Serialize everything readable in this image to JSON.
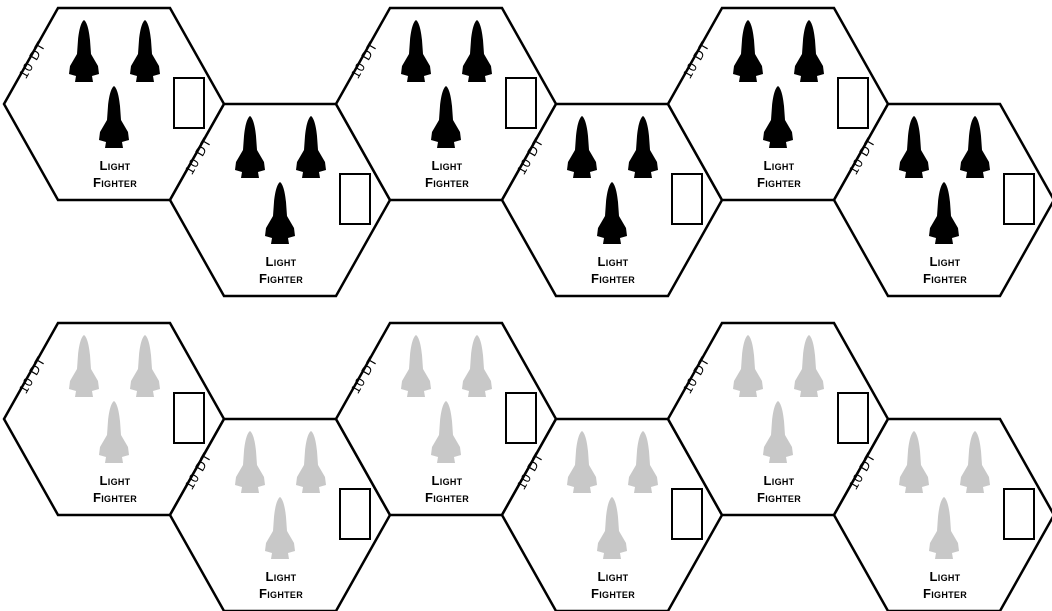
{
  "sheet": {
    "rows": [
      {
        "name": "active-row",
        "ship_color": "#000000",
        "counters": [
          {
            "cost": "10 DT",
            "name_line1": "Light",
            "name_line2": "Fighter"
          },
          {
            "cost": "10 DT",
            "name_line1": "Light",
            "name_line2": "Fighter"
          },
          {
            "cost": "10 DT",
            "name_line1": "Light",
            "name_line2": "Fighter"
          },
          {
            "cost": "10 DT",
            "name_line1": "Light",
            "name_line2": "Fighter"
          },
          {
            "cost": "10 DT",
            "name_line1": "Light",
            "name_line2": "Fighter"
          },
          {
            "cost": "10 DT",
            "name_line1": "Light",
            "name_line2": "Fighter"
          }
        ]
      },
      {
        "name": "inactive-row",
        "ship_color": "#c8c8c8",
        "counters": [
          {
            "cost": "10 DT",
            "name_line1": "Light",
            "name_line2": "Fighter"
          },
          {
            "cost": "10 DT",
            "name_line1": "Light",
            "name_line2": "Fighter"
          },
          {
            "cost": "10 DT",
            "name_line1": "Light",
            "name_line2": "Fighter"
          },
          {
            "cost": "10 DT",
            "name_line1": "Light",
            "name_line2": "Fighter"
          },
          {
            "cost": "10 DT",
            "name_line1": "Light",
            "name_line2": "Fighter"
          },
          {
            "cost": "10 DT",
            "name_line1": "Light",
            "name_line2": "Fighter"
          }
        ]
      }
    ],
    "ships_per_counter": 3,
    "ship_icon": "fighter-ship-icon",
    "damage_box_icon": "damage-checkbox"
  }
}
